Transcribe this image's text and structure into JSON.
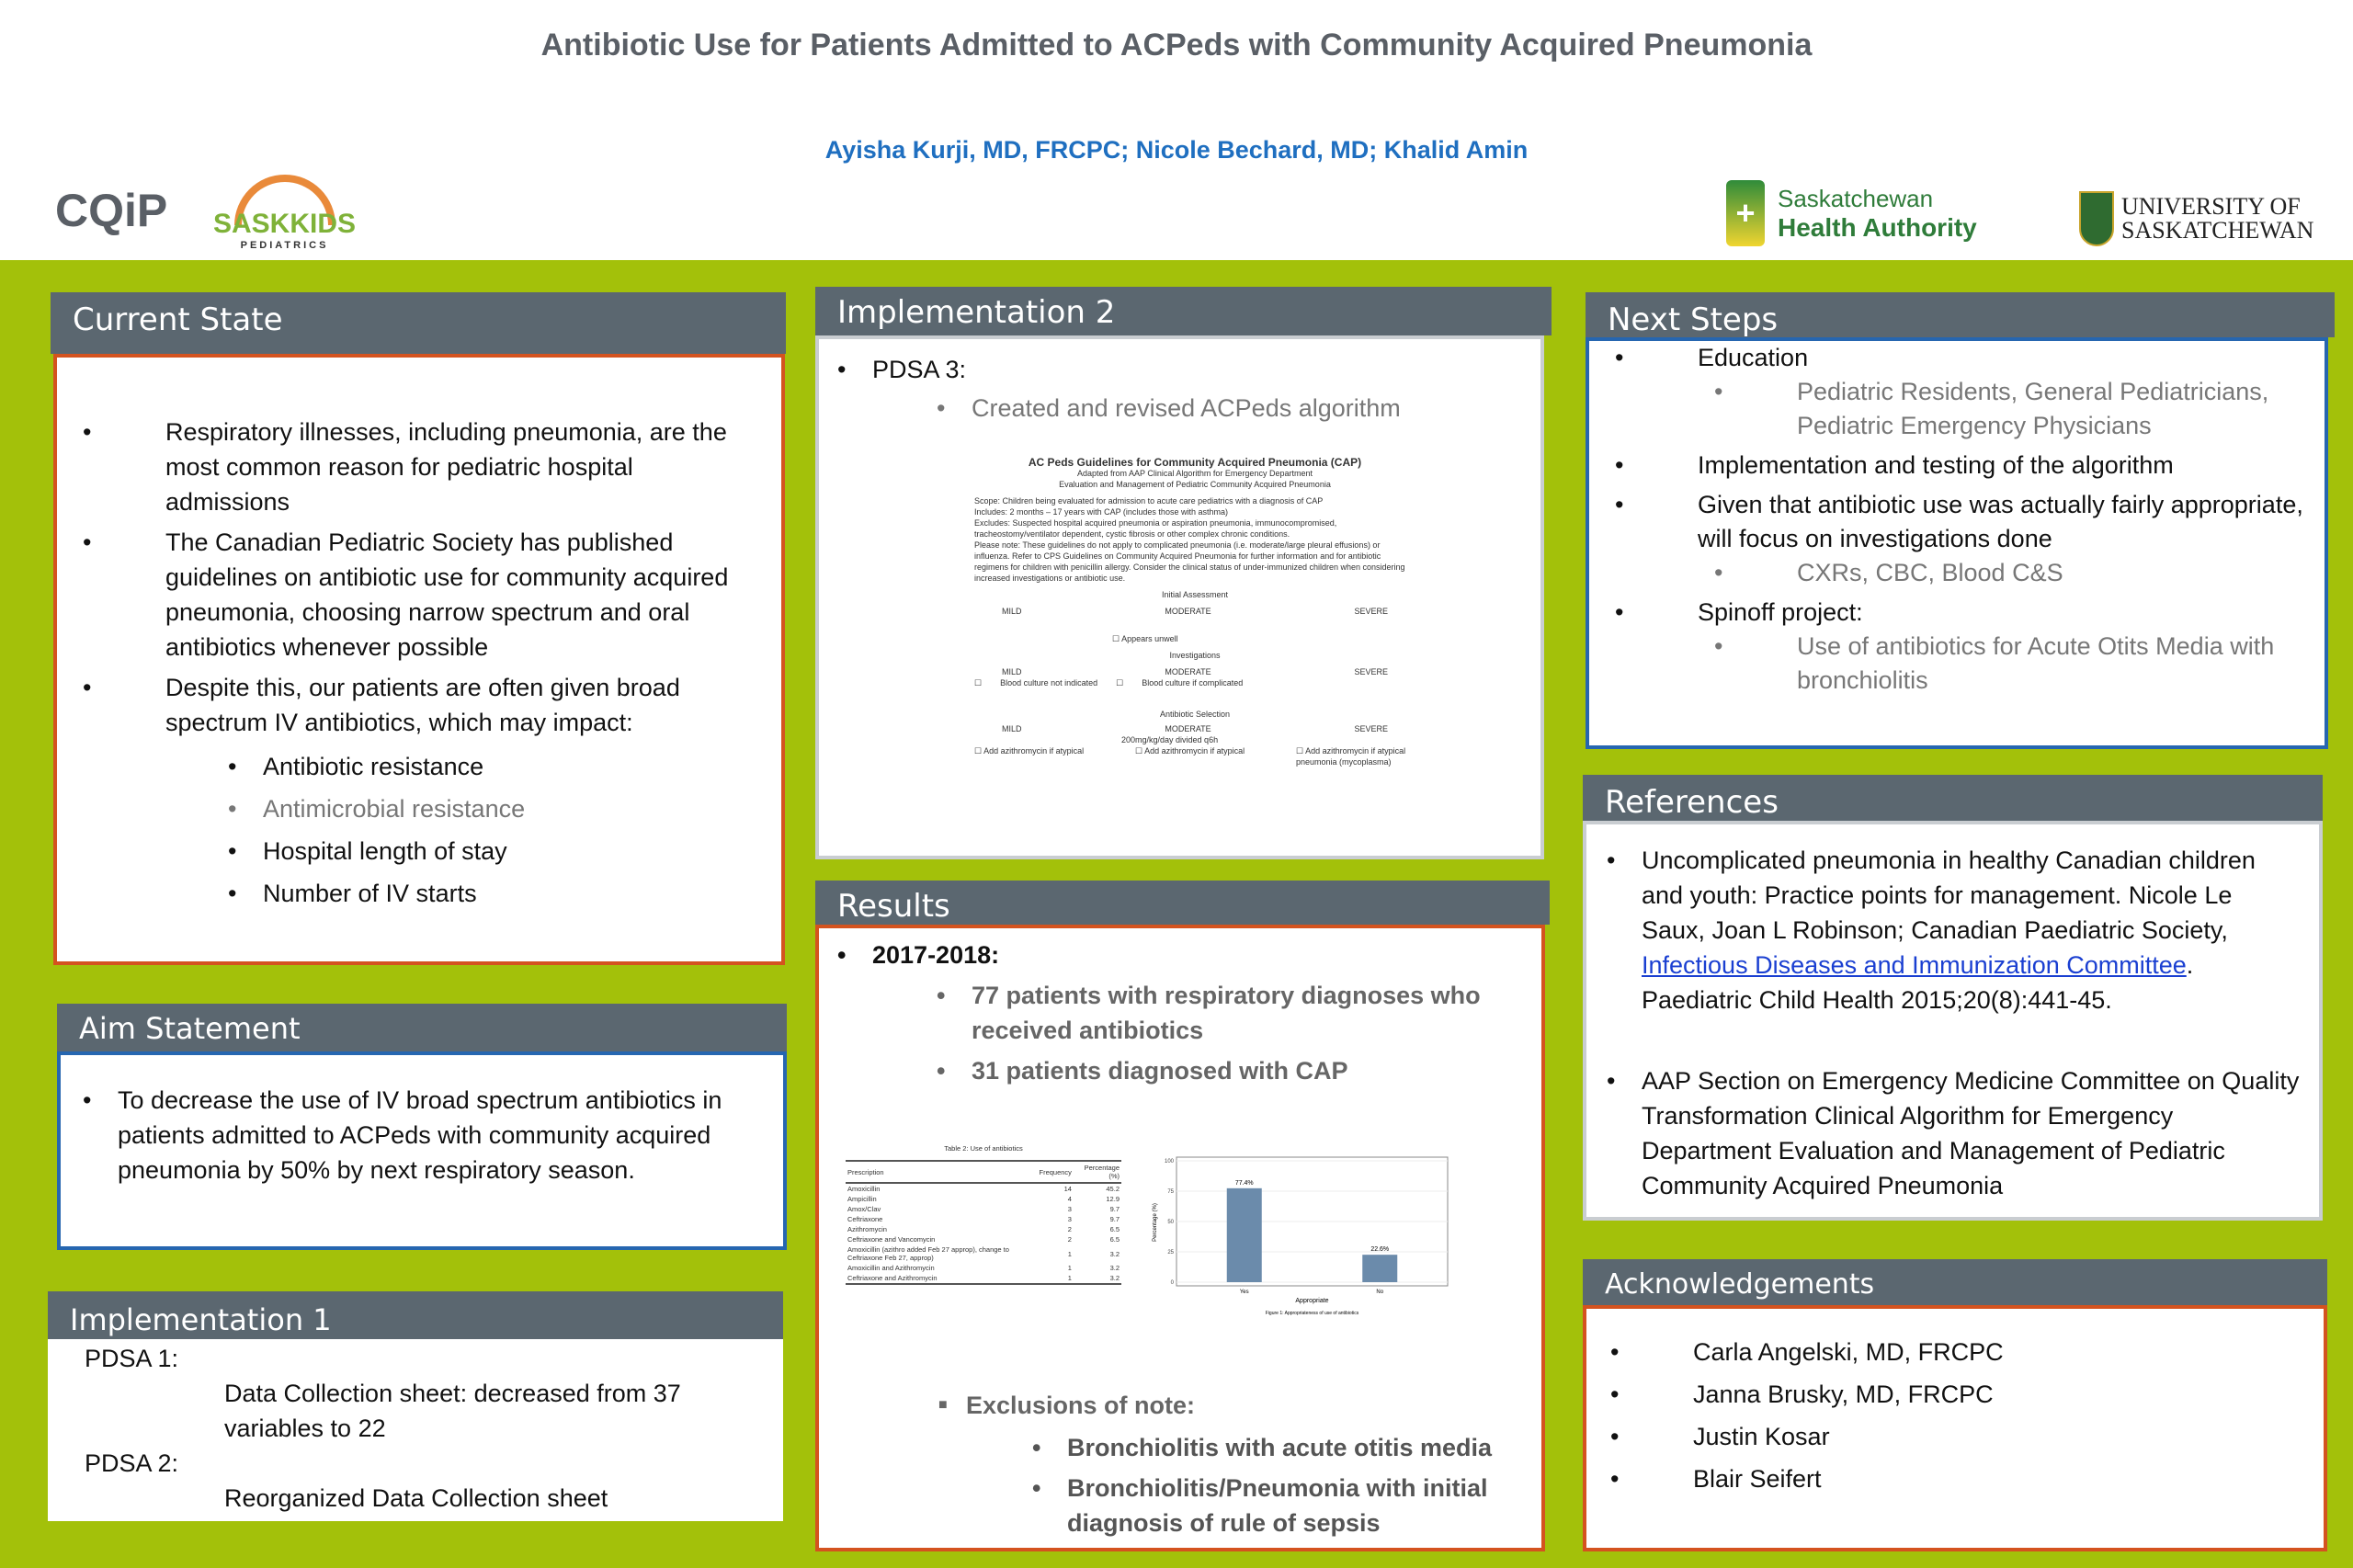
{
  "header": {
    "title": "Antibiotic Use for Patients Admitted to ACPeds with Community Acquired Pneumonia",
    "authors": "Ayisha Kurji, MD, FRCPC; Nicole Bechard, MD; Khalid Amin",
    "logos": {
      "cqip": "CQiP",
      "saskkids": "SASKKIDS",
      "saskkids_sub": "PEDIATRICS",
      "sha1": "Saskatchewan",
      "sha2": "Health Authority",
      "uofs1": "UNIVERSITY OF",
      "uofs2": "SASKATCHEWAN"
    }
  },
  "current_state": {
    "title": "Current State",
    "items": [
      "Respiratory illnesses, including pneumonia, are the most common reason for pediatric hospital admissions",
      "The Canadian Pediatric Society has published guidelines on antibiotic use for community acquired pneumonia, choosing narrow spectrum and oral antibiotics whenever possible",
      "Despite this, our patients are often given broad spectrum IV antibiotics, which may impact:"
    ],
    "sub": [
      "Antibiotic resistance",
      "Antimicrobial resistance",
      "Hospital length of stay",
      "Number of IV starts"
    ]
  },
  "aim": {
    "title": "Aim Statement",
    "text": "To decrease the use of IV broad spectrum antibiotics in patients admitted to ACPeds with community acquired pneumonia by 50% by next respiratory season."
  },
  "impl1": {
    "title": "Implementation 1",
    "p1": "PDSA 1:",
    "p1sub": "Data Collection sheet: decreased from 37 variables to 22",
    "p2": "PDSA 2:",
    "p2sub": "Reorganized Data Collection sheet"
  },
  "impl2": {
    "title": "Implementation 2",
    "p3": "PDSA 3:",
    "p3sub": "Created and revised ACPeds algorithm",
    "algorithm": {
      "title": "AC Peds Guidelines for Community Acquired Pneumonia (CAP)",
      "sub1": "Adapted from AAP Clinical Algorithm for Emergency Department",
      "sub2": "Evaluation and Management of Pediatric Community Acquired Pneumonia",
      "scope": "Scope: Children being evaluated for admission to acute care pediatrics with a diagnosis of CAP",
      "includes": "Includes: 2 months – 17 years with CAP (includes those with asthma)",
      "excludes": "Excludes: Suspected hospital acquired pneumonia or aspiration pneumonia, immunocompromised, tracheostomy/ventilator dependent, cystic fibrosis or other complex chronic conditions.",
      "note": "Please note: These guidelines do not apply to complicated pneumonia (i.e. moderate/large pleural effusions) or influenza. Refer to CPS Guidelines on Community Acquired Pneumonia for further information and for antibiotic regimens for children with penicillin allergy. Consider the clinical status of under-immunized children when considering increased investigations or antibiotic use.",
      "s1": "Initial Assessment",
      "s2": "Investigations",
      "s3": "Antibiotic Selection",
      "mild": "MILD",
      "moderate": "MODERATE",
      "severe": "SEVERE",
      "unwell": "Appears unwell",
      "bc_mild": "Blood culture not indicated",
      "bc_mod": "Blood culture if complicated",
      "dose": "200mg/kg/day divided q6h",
      "azi": "Add azithromycin if atypical",
      "azi_sev": "Add azithromycin if atypical pneumonia (mycoplasma)"
    }
  },
  "results": {
    "title": "Results",
    "year": "2017-2018:",
    "b1": "77 patients with respiratory diagnoses who received antibiotics",
    "b2": "31 patients diagnosed with CAP",
    "excl": "Exclusions of note:",
    "e1": "Bronchiolitis with acute otitis media",
    "e2": "Bronchiolitis/Pneumonia  with initial diagnosis of rule of sepsis",
    "table": {
      "caption": "Table 2: Use of antibiotics",
      "headers": [
        "Prescription",
        "Frequency",
        "Percentage (%)"
      ],
      "rows": [
        [
          "Amoxicillin",
          "14",
          "45.2"
        ],
        [
          "Ampicillin",
          "4",
          "12.9"
        ],
        [
          "Amox/Clav",
          "3",
          "9.7"
        ],
        [
          "Ceftriaxone",
          "3",
          "9.7"
        ],
        [
          "Azithromycin",
          "2",
          "6.5"
        ],
        [
          "Ceftriaxone and Vancomycin",
          "2",
          "6.5"
        ],
        [
          "Amoxicillin (azithro added Feb 27 approp), change to Ceftriaxone Feb 27, approp)",
          "1",
          "3.2"
        ],
        [
          "Amoxicillin and Azithromycin",
          "1",
          "3.2"
        ],
        [
          "Ceftriaxone and Azithromycin",
          "1",
          "3.2"
        ]
      ]
    }
  },
  "chart_data": {
    "type": "bar",
    "title": "Figure 1: Appropriateness of use of antibiotics",
    "categories": [
      "Yes",
      "No"
    ],
    "values": [
      77.4,
      22.6
    ],
    "labels": [
      "77.4%",
      "22.6%"
    ],
    "xlabel": "Appropriate",
    "ylabel": "Percentage (%)",
    "ylim": [
      0,
      100
    ],
    "yticks": [
      "0",
      "25",
      "50",
      "75",
      "100"
    ],
    "grid": true,
    "color": "#6b8bab"
  },
  "next": {
    "title": "Next Steps",
    "items": [
      {
        "t": "Education",
        "sub": "Pediatric Residents, General Pediatricians, Pediatric Emergency Physicians"
      },
      {
        "t": "Implementation and testing of the algorithm"
      },
      {
        "t": "Given that antibiotic use was actually fairly appropriate, will focus on investigations done",
        "sub": "CXRs, CBC, Blood C&S"
      },
      {
        "t": "Spinoff project:",
        "sub": "Use of antibiotics for Acute Otits Media with bronchiolitis"
      }
    ]
  },
  "refs": {
    "title": "References",
    "r1a": "Uncomplicated pneumonia in healthy Canadian children and youth: Practice points for management. Nicole Le Saux, Joan L Robinson; Canadian Paediatric Society, ",
    "r1link": "Infectious Diseases and Immunization Committee",
    "r1b": ".  Paediatric Child Health 2015;20(8):441-45.",
    "r2": "AAP Section on Emergency Medicine Committee on Quality Transformation Clinical Algorithm for Emergency Department Evaluation and Management of Pediatric Community Acquired Pneumonia"
  },
  "ack": {
    "title": "Acknowledgements",
    "names": [
      "Carla Angelski, MD, FRCPC",
      "Janna Brusky, MD, FRCPC",
      "Justin Kosar",
      "Blair Seifert"
    ]
  },
  "colors": {
    "green": "#a3c10a",
    "header": "#5b6770",
    "red": "#d4531f",
    "blue": "#2666b0"
  }
}
